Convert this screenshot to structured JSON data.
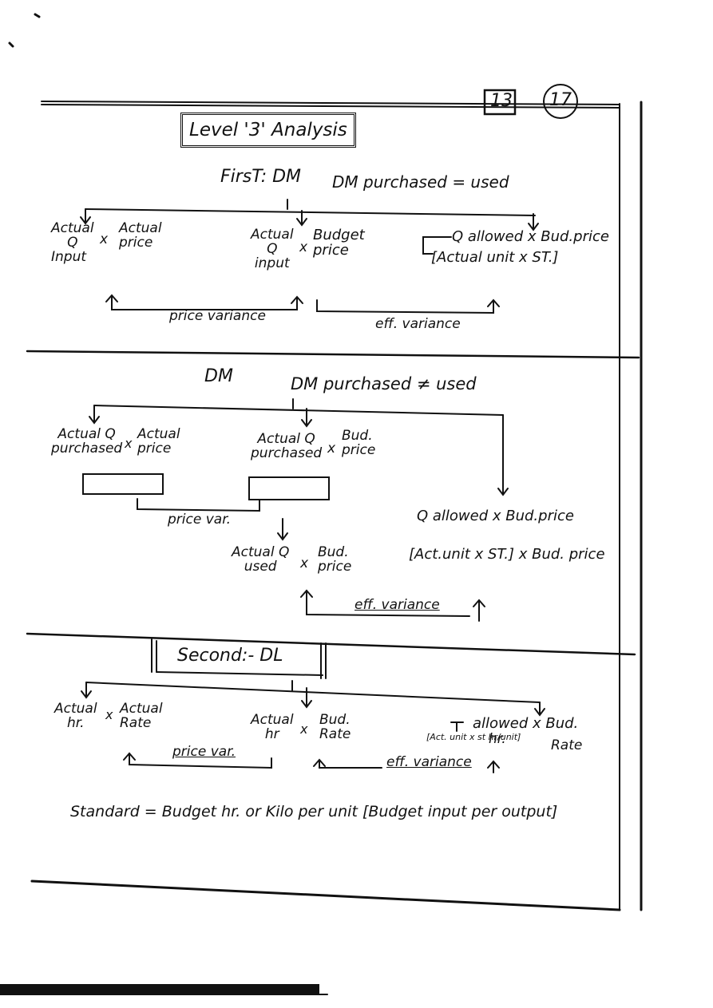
{
  "page": {
    "page_number": "13",
    "circled_number": "17"
  },
  "header": {
    "title": "Level '3' Analysis"
  },
  "section1": {
    "heading": "FirsT: DM",
    "condition": "DM purchased = used",
    "col1": {
      "line1": "Actual",
      "line2": "Q",
      "line3": "Input",
      "op": "x",
      "price_line1": "Actual",
      "price_line2": "price"
    },
    "col2": {
      "line1": "Actual",
      "line2": "Q",
      "line3": "input",
      "op": "x",
      "price_line1": "Budget",
      "price_line2": "price"
    },
    "col3": {
      "line1": "Q allowed x Bud.price",
      "line2": "[Actual unit x ST.]"
    },
    "var1": "price variance",
    "var2": "eff. variance"
  },
  "section2": {
    "heading": "DM",
    "condition": "DM purchased ≠ used",
    "col1": {
      "line1": "Actual Q",
      "line2": "purchased",
      "op": "x",
      "price_line1": "Actual",
      "price_line2": "price"
    },
    "col2": {
      "line1": "Actual Q",
      "line2": "purchased",
      "op": "x",
      "price_line1": "Bud.",
      "price_line2": "price"
    },
    "var1": "price var.",
    "used": {
      "line1": "Actual Q",
      "line2": "used",
      "op": "x",
      "price_line1": "Bud.",
      "price_line2": "price"
    },
    "allowed": {
      "line1": "Q allowed  x  Bud.price",
      "line2": "[Act.unit x ST.]  x  Bud. price"
    },
    "var2": "eff. variance"
  },
  "section3": {
    "heading": "Second:-  DL",
    "col1": {
      "line1": "Actual",
      "line2": "hr.",
      "op": "x",
      "rate_line1": "Actual",
      "rate_line2": "Rate"
    },
    "col2": {
      "line1": "Actual",
      "line2": "hr",
      "op": "x",
      "rate_line1": "Bud.",
      "rate_line2": "Rate"
    },
    "col3": {
      "line1": "allowed  x  Bud.",
      "line2": "hr.",
      "line3": "Rate",
      "note": "[Act. unit x st hr/unit]"
    },
    "var1": "price var.",
    "var2": "eff. variance"
  },
  "footer": {
    "standard_note": "Standard = Budget hr. or Kilo per unit [Budget input per output]"
  }
}
